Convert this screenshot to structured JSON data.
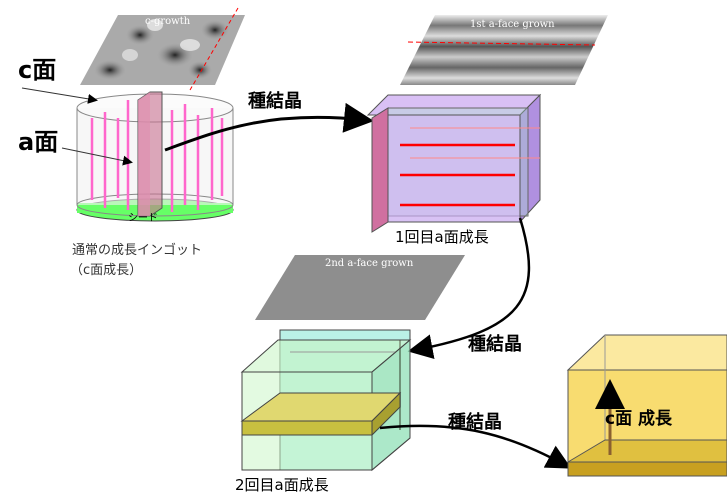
{
  "labels": {
    "c_face": "c面",
    "a_face": "a面",
    "seed": "シード",
    "ingot_line1": "通常の成長インゴット",
    "ingot_line2": "（c面成長）",
    "seed_crystal_1": "種結晶",
    "seed_crystal_2": "種結晶",
    "seed_crystal_3": "種結晶",
    "first_growth": "1回目a面成長",
    "second_growth": "2回目a面成長",
    "c_growth": "c面 成長"
  },
  "panel_labels": {
    "c_growth_img": "c-growth",
    "first_a_img": "1st a-face grown",
    "second_a_img": "2nd a-face grown"
  },
  "colors": {
    "pink_line": "#ff66cc",
    "seed_green": "#66ff66",
    "purple_cube": "#c8a8f0",
    "red_line": "#ff0000",
    "teal": "#66e0c8",
    "light_green": "#ccf5c8",
    "olive": "#c8c040",
    "gold": "#f5d040"
  }
}
